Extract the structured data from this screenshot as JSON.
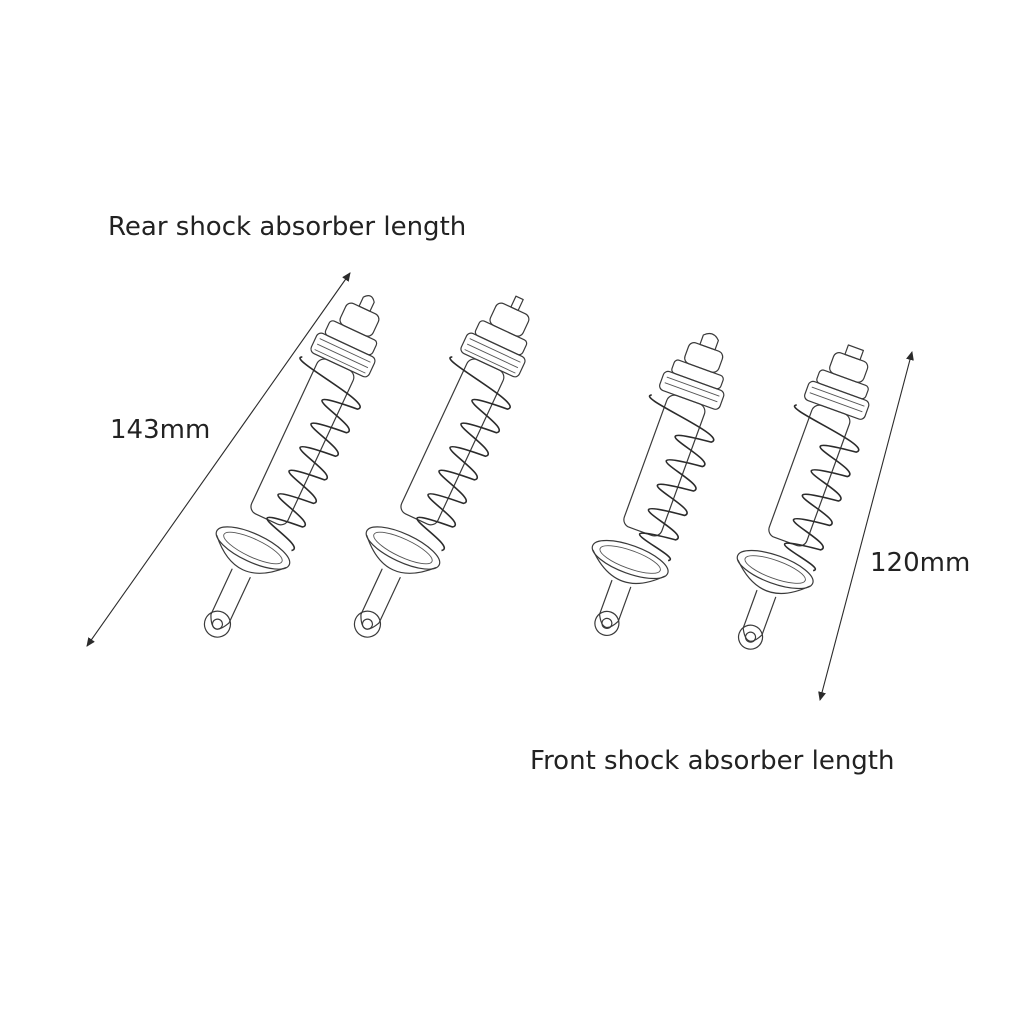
{
  "labels": {
    "rear_title": "Rear shock absorber length",
    "front_title": "Front shock absorber length",
    "rear_length": "143mm",
    "front_length": "120mm"
  },
  "colors": {
    "background": "#ffffff",
    "line": "#2b2b2b",
    "text": "#222222"
  }
}
